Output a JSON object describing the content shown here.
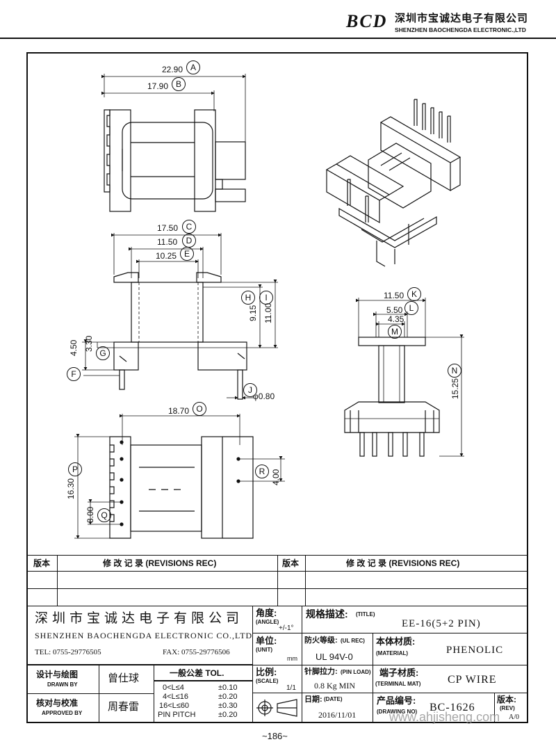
{
  "header": {
    "logo_text": "BCD",
    "company_cn": "深圳市宝诚达电子有限公司",
    "company_en": "SHENZHEN BAOCHENGDA ELECTRONIC.,LTD"
  },
  "dimensions": {
    "A": {
      "value": "22.90",
      "letter": "A"
    },
    "B": {
      "value": "17.90",
      "letter": "B"
    },
    "C": {
      "value": "17.50",
      "letter": "C"
    },
    "D": {
      "value": "11.50",
      "letter": "D"
    },
    "E": {
      "value": "10.25",
      "letter": "E"
    },
    "F": {
      "value": "4.50",
      "letter": "F"
    },
    "G": {
      "value": "3.30",
      "letter": "G"
    },
    "H": {
      "value": "9.15",
      "letter": "H"
    },
    "I": {
      "value": "11.00",
      "letter": "I"
    },
    "J": {
      "value": "φ0.80",
      "letter": "J"
    },
    "K": {
      "value": "11.50",
      "letter": "K"
    },
    "L": {
      "value": "5.50",
      "letter": "L"
    },
    "M": {
      "value": "4.35",
      "letter": "M"
    },
    "N": {
      "value": "15.25",
      "letter": "N"
    },
    "O": {
      "value": "18.70",
      "letter": "O"
    },
    "P": {
      "value": "16.30",
      "letter": "P"
    },
    "Q": {
      "value": "3.00",
      "letter": "Q"
    },
    "R": {
      "value": "4.00",
      "letter": "R"
    }
  },
  "title_block": {
    "revisions_header_cn": "版本",
    "revisions_header_rec": "修 改 记 录  (REVISIONS REC)",
    "company_cn": "深圳市宝诚达电子有限公司",
    "company_en": "SHENZHEN BAOCHENGDA ELECTRONIC CO.,LTD",
    "tel": "TEL: 0755-29776505",
    "fax": "FAX: 0755-29776506",
    "angle_label_cn": "角度:",
    "angle_label_en": "(ANGLE)",
    "angle_value": "+/-1°",
    "unit_label_cn": "单位:",
    "unit_label_en": "(UNIT)",
    "unit_value": "mm",
    "scale_label_cn": "比例:",
    "scale_label_en": "(SCALE)",
    "scale_value": "1/1",
    "title_label_cn": "规格描述:",
    "title_label_en": "(TITLE)",
    "title_value": "EE-16(5+2 PIN)",
    "ul_label_cn": "防火等级:",
    "ul_label_en": "(UL REC)",
    "ul_value": "UL 94V-0",
    "material_label_cn": "本体材质:",
    "material_label_en": "(MATERIAL)",
    "material_value": "PHENOLIC",
    "pinload_label_cn": "针脚拉力:",
    "pinload_label_en": "(PIN LOAD)",
    "pinload_value": "0.8 Kg MIN",
    "terminal_label_cn": "端子材质:",
    "terminal_label_en": "(TERMINAL MAT)",
    "terminal_value": "CP WIRE",
    "drawn_label_cn": "设计与绘图",
    "drawn_label_en": "DRAWN BY",
    "drawn_value": "曾仕球",
    "approved_label_cn": "核对与校准",
    "approved_label_en": "APPROVED BY",
    "approved_value": "周春雷",
    "tolerance_title": "一般公差 TOL.",
    "tolerance_rows": [
      {
        "range": "0<L≤4",
        "tol": "±0.10"
      },
      {
        "range": "4<L≤16",
        "tol": "±0.20"
      },
      {
        "range": "16<L≤60",
        "tol": "±0.30"
      },
      {
        "range": "PIN PITCH",
        "tol": "±0.20"
      }
    ],
    "date_label_cn": "日期:",
    "date_label_en": "(DATE)",
    "date_value": "2016/11/01",
    "drawing_label_cn": "产品编号:",
    "drawing_label_en": "(DRAWING NO)",
    "drawing_value": "BC-1626",
    "rev_label_cn": "版本:",
    "rev_label_en": "(REV)",
    "rev_value": "A/0"
  },
  "watermark": "www.ahjisheng.com",
  "page_number": "~186~"
}
